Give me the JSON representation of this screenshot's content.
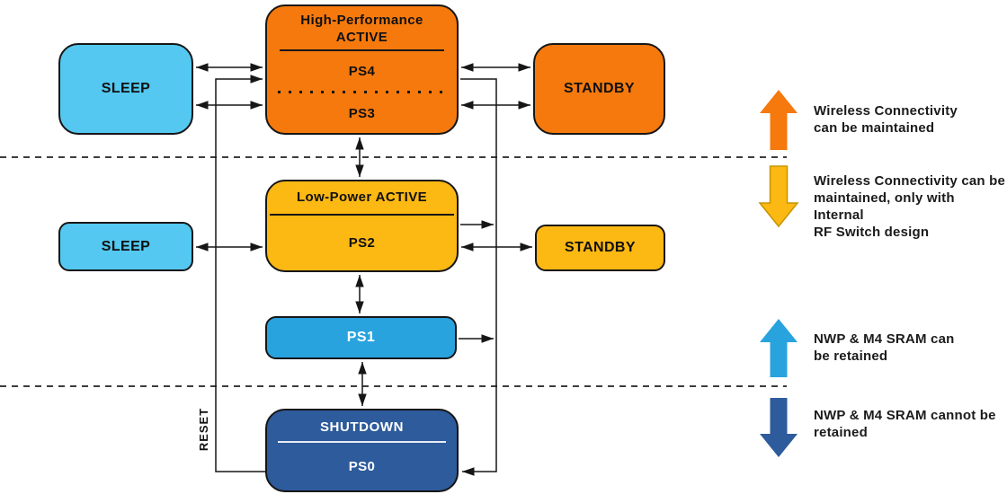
{
  "diagram": {
    "states": {
      "hp_active": {
        "title_line1": "High-Performance",
        "title_line2": "ACTIVE",
        "ps4": "PS4",
        "ps3": "PS3"
      },
      "sleep_top": {
        "label": "SLEEP"
      },
      "standby_top": {
        "label": "STANDBY"
      },
      "low_power": {
        "title": "Low-Power ACTIVE",
        "ps2": "PS2"
      },
      "sleep_mid": {
        "label": "SLEEP"
      },
      "standby_mid": {
        "label": "STANDBY"
      },
      "ps1": {
        "label": "PS1"
      },
      "shutdown": {
        "title": "SHUTDOWN",
        "ps0": "PS0"
      }
    },
    "reset_label": "RESET",
    "annotations": [
      {
        "direction": "up",
        "color": "#F5790D",
        "line1": "Wireless Connectivity",
        "line2": "can be maintained",
        "line3": ""
      },
      {
        "direction": "down",
        "color": "#FCB813",
        "line1": "Wireless Connectivity can be",
        "line2": "maintained, only with Internal",
        "line3": "RF Switch design"
      },
      {
        "direction": "up",
        "color": "#29A3DE",
        "line1": "NWP & M4 SRAM can",
        "line2": "be retained",
        "line3": ""
      },
      {
        "direction": "down",
        "color": "#2D5B9B",
        "line1": "NWP & M4 SRAM cannot be",
        "line2": "retained",
        "line3": ""
      }
    ],
    "colors": {
      "orange": "#F5790D",
      "yellow": "#FCB813",
      "light_blue": "#54C8F0",
      "medium_blue": "#29A3DE",
      "dark_blue": "#2D5B9B",
      "line": "#161616"
    }
  }
}
